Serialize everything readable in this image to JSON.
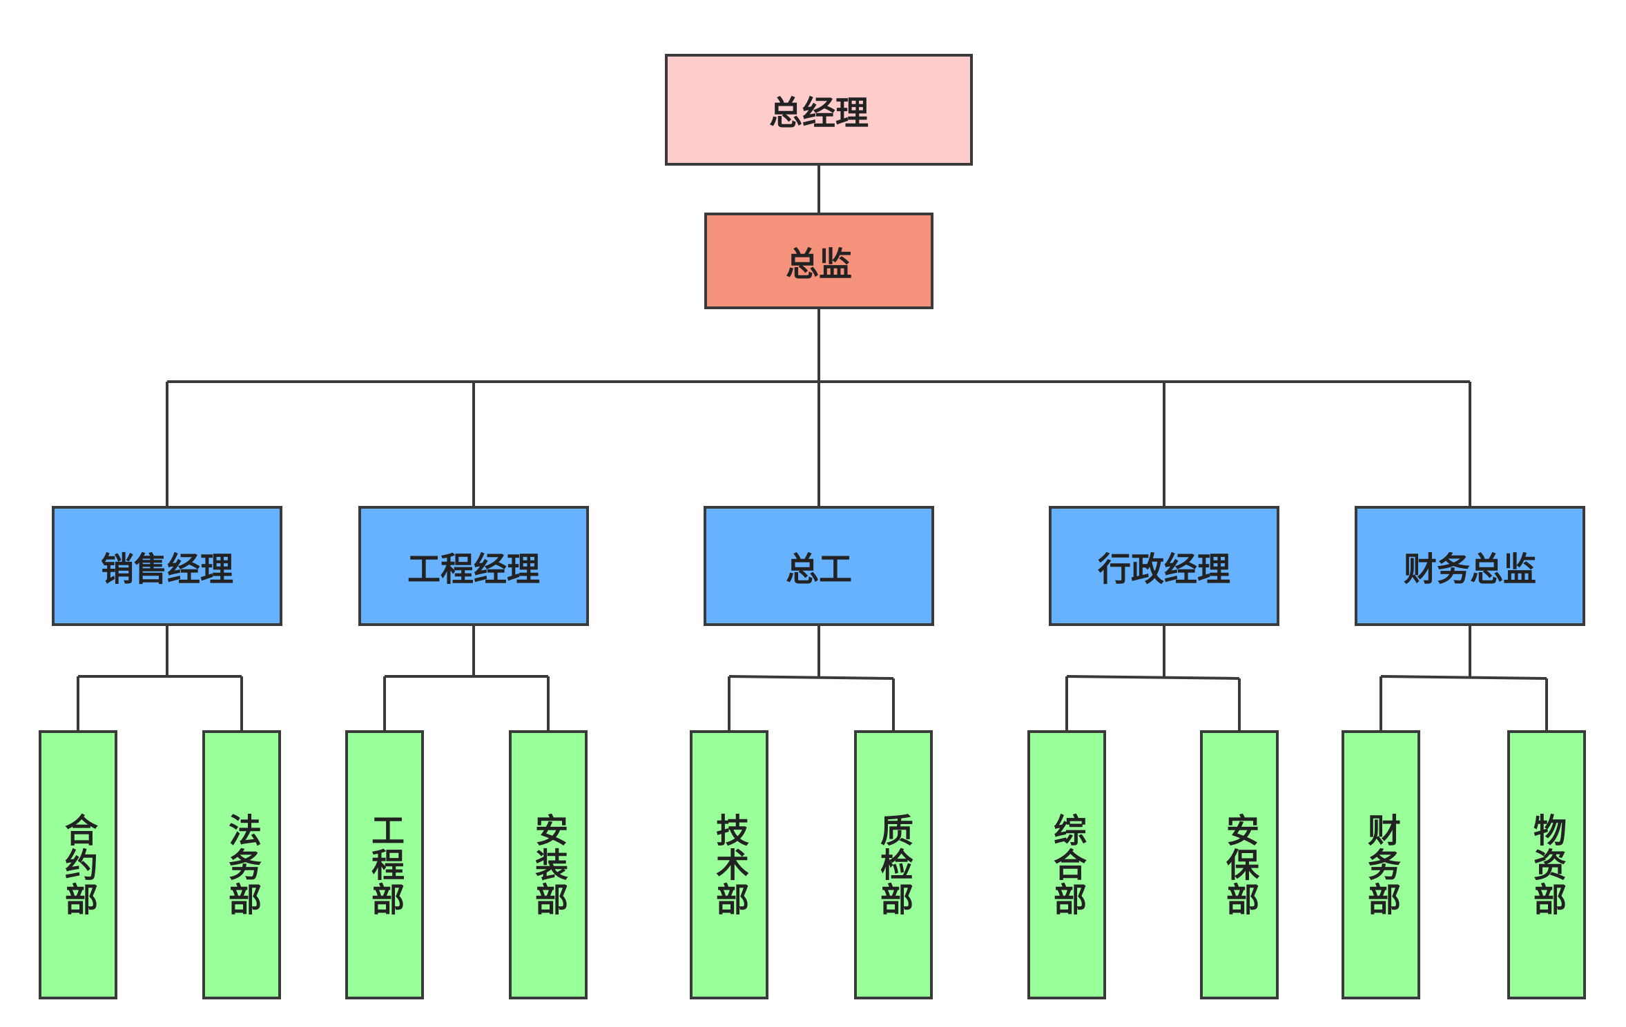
{
  "org_chart": {
    "general_manager": "总经理",
    "director": "总监",
    "managers": [
      {
        "label": "销售经理",
        "departments": [
          "合约部",
          "法务部"
        ]
      },
      {
        "label": "工程经理",
        "departments": [
          "工程部",
          "安装部"
        ]
      },
      {
        "label": "总工",
        "departments": [
          "技术部",
          "质检部"
        ]
      },
      {
        "label": "行政经理",
        "departments": [
          "综合部",
          "安保部"
        ]
      },
      {
        "label": "财务总监",
        "departments": [
          "财务部",
          "物资部"
        ]
      }
    ]
  },
  "colors": {
    "general_manager_fill": "#ffcccc",
    "director_fill": "#f4927b",
    "manager_fill": "#66b2ff",
    "department_fill": "#99ff99",
    "border": "#3a3a3a",
    "connector": "#3a3a3a"
  }
}
